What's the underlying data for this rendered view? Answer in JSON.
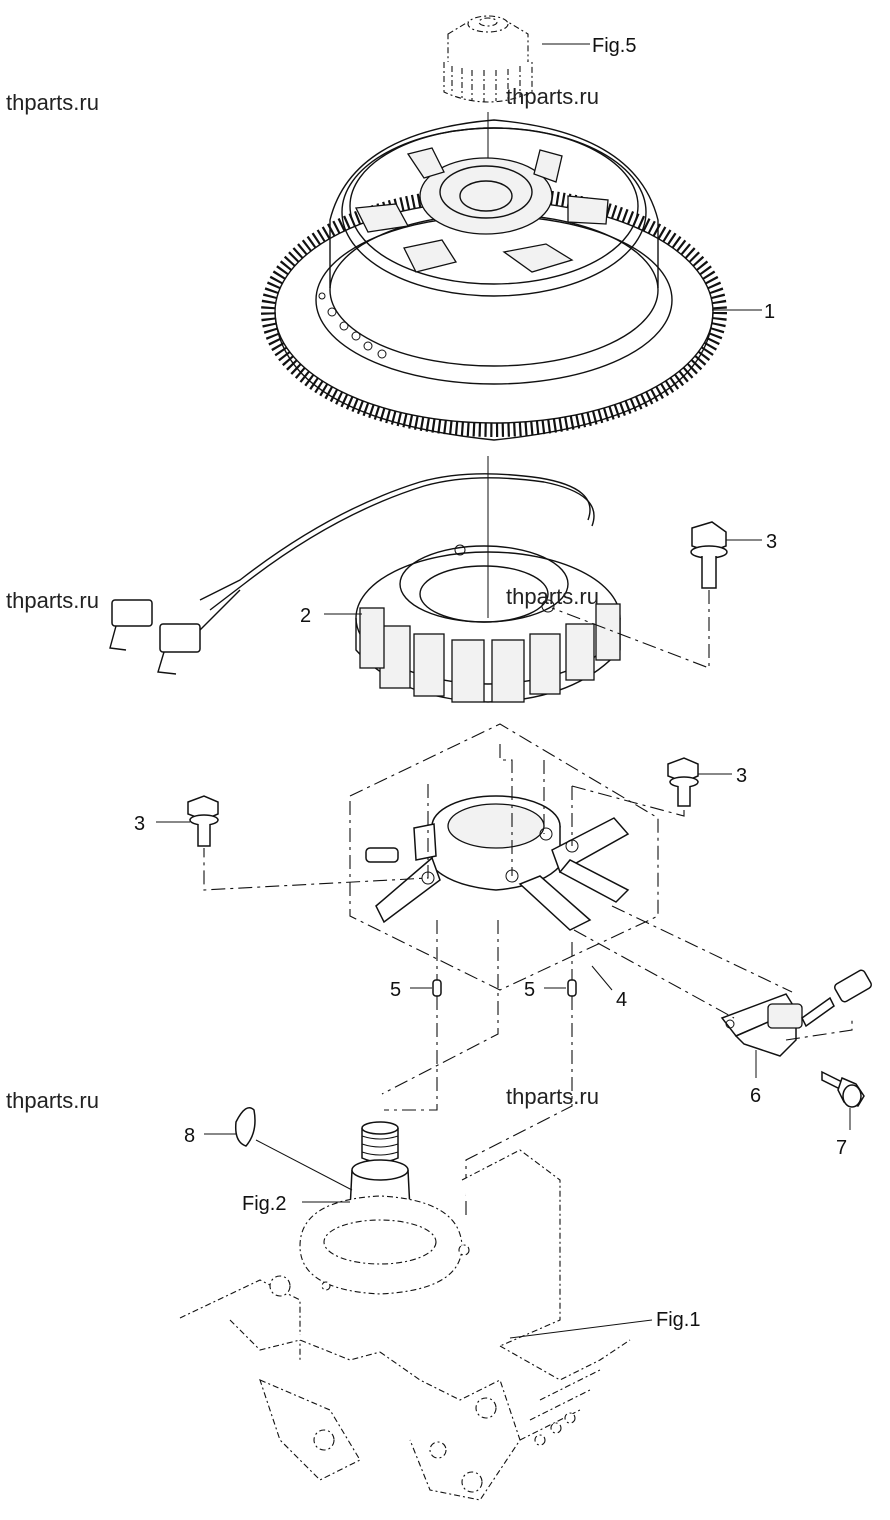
{
  "watermark": "thparts.ru",
  "callouts": {
    "fig5": "Fig.5",
    "p1": "1",
    "p2": "2",
    "p3a": "3",
    "p3b": "3",
    "p3c": "3",
    "p4": "4",
    "p5a": "5",
    "p5b": "5",
    "p6": "6",
    "p7": "7",
    "p8": "8",
    "fig2": "Fig.2",
    "fig1": "Fig.1"
  }
}
